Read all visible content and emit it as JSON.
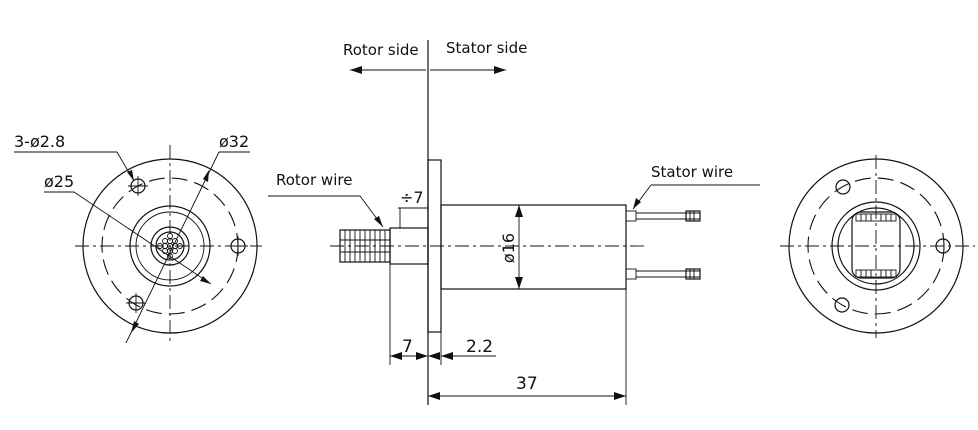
{
  "labels": {
    "rotor_side": "Rotor side",
    "stator_side": "Stator side",
    "rotor_wire": "Rotor wire",
    "stator_wire": "Stator wire"
  },
  "dimensions": {
    "mounting_holes": "3-ø2.8",
    "pcd": "ø25",
    "flange_od": "ø32",
    "shaft_dia": "÷7",
    "body_dia": "ø16",
    "rotor_length": "7",
    "flange_thickness": "2.2",
    "body_length": "37"
  }
}
